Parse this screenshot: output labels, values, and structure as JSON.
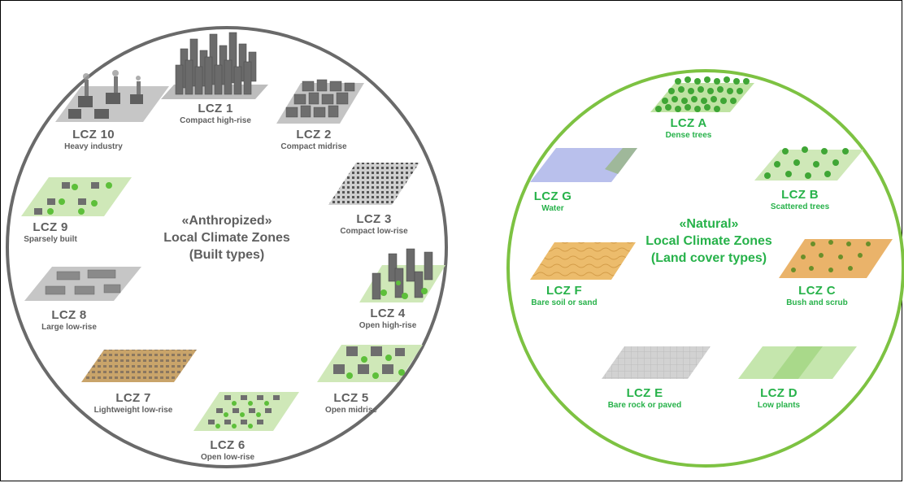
{
  "anthropized": {
    "title": [
      "«Anthropized»",
      "Local Climate Zones",
      "(Built types)"
    ],
    "zones": [
      {
        "id": "lcz1",
        "code": "LCZ 1",
        "desc": "Compact high-rise"
      },
      {
        "id": "lcz2",
        "code": "LCZ 2",
        "desc": "Compact midrise"
      },
      {
        "id": "lcz3",
        "code": "LCZ 3",
        "desc": "Compact low-rise"
      },
      {
        "id": "lcz4",
        "code": "LCZ 4",
        "desc": "Open high-rise"
      },
      {
        "id": "lcz5",
        "code": "LCZ 5",
        "desc": "Open midrise"
      },
      {
        "id": "lcz6",
        "code": "LCZ 6",
        "desc": "Open low-rise"
      },
      {
        "id": "lcz7",
        "code": "LCZ 7",
        "desc": "Lightweight low-rise"
      },
      {
        "id": "lcz8",
        "code": "LCZ 8",
        "desc": "Large low-rise"
      },
      {
        "id": "lcz9",
        "code": "LCZ 9",
        "desc": "Sparsely built"
      },
      {
        "id": "lcz10",
        "code": "LCZ 10",
        "desc": "Heavy industry"
      }
    ]
  },
  "natural": {
    "title": [
      "«Natural»",
      "Local Climate Zones",
      "(Land cover types)"
    ],
    "zones": [
      {
        "id": "lcza",
        "code": "LCZ A",
        "desc": "Dense trees"
      },
      {
        "id": "lczb",
        "code": "LCZ B",
        "desc": "Scattered trees"
      },
      {
        "id": "lczc",
        "code": "LCZ C",
        "desc": "Bush and scrub"
      },
      {
        "id": "lczd",
        "code": "LCZ D",
        "desc": "Low plants"
      },
      {
        "id": "lcze",
        "code": "LCZ E",
        "desc": "Bare rock or paved"
      },
      {
        "id": "lczf",
        "code": "LCZ F",
        "desc": "Bare soil or sand"
      },
      {
        "id": "lczg",
        "code": "LCZ G",
        "desc": "Water"
      }
    ]
  },
  "colors": {
    "built_ring": "#6a6a6a",
    "natural_ring": "#7dc242",
    "built_text": "#5f5f5f",
    "natural_text": "#27b24a",
    "building": "#6e6e6e",
    "tree": "#5dbf3a",
    "ground_green": "#c9e8b0",
    "ground_gray": "#c8c8c8",
    "sand": "#e9b86a",
    "water": "#b7bfe8"
  }
}
